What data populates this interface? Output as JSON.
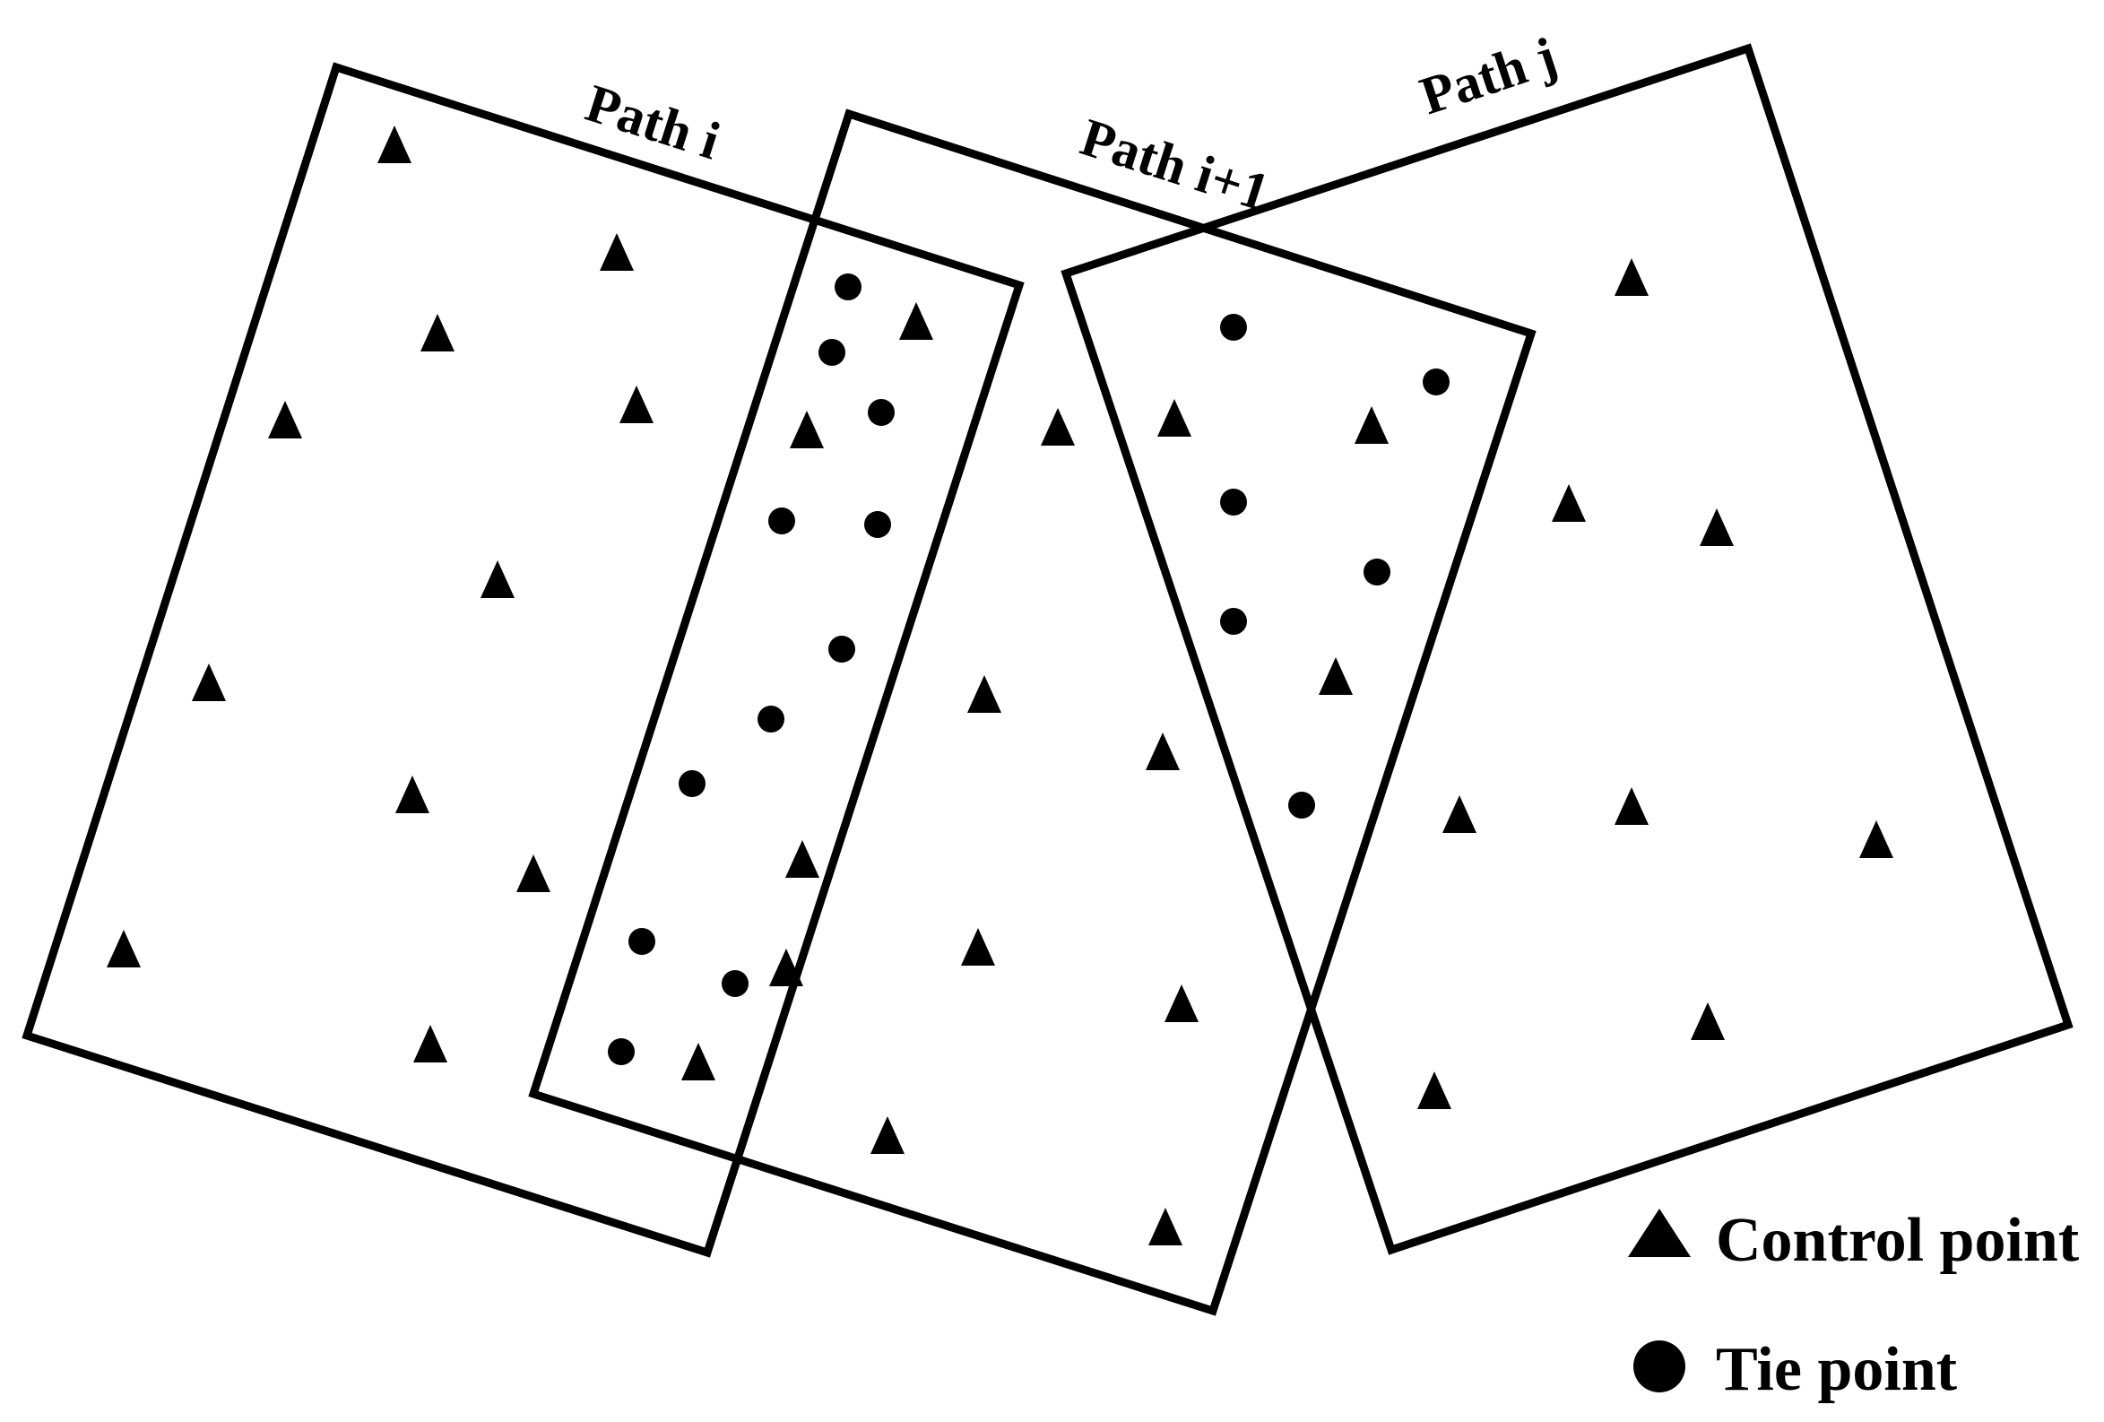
{
  "diagram": {
    "strips": [
      {
        "label": "Path i"
      },
      {
        "label": "Path i+1"
      },
      {
        "label": "Path j"
      }
    ],
    "legend": {
      "control_label": "Control point",
      "tie_label": "Tie point"
    },
    "colors": {
      "stroke": "#000000",
      "marker": "#000000",
      "background": "#ffffff"
    }
  }
}
